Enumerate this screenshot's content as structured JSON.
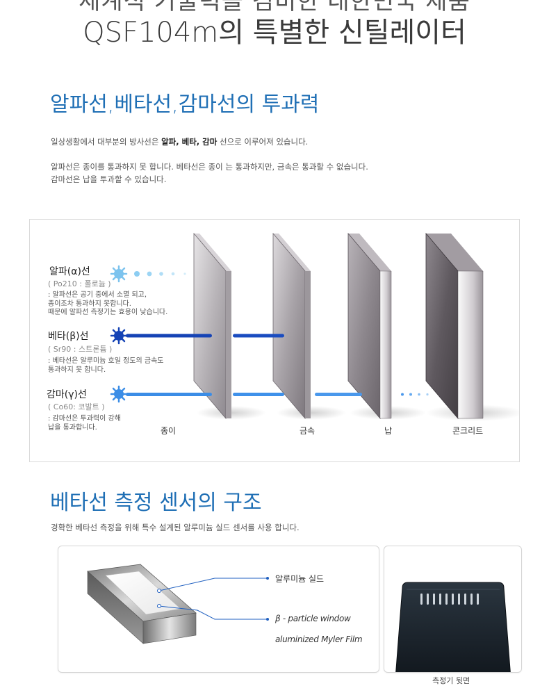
{
  "header": {
    "line1": "세계적 기술력을 겸비한 대한민국 제품",
    "line2": "QSF104m의 특별한 신틸레이터"
  },
  "penetration": {
    "title": "알파선,베타선,감마선의 투과력",
    "intro_pre": "일상생활에서 대부분의 방사선은 ",
    "intro_bold": "알파, 베타, 감마",
    "intro_post": " 선으로 이루어져 있습니다.",
    "line2": "알파선은 종이를 통과하지 못 합니다. 베타선은 종이 는 통과하지만, 금속은 통과할 수 없습니다.",
    "line3": "감마선은 납을 투과할 수 있습니다."
  },
  "rays": [
    {
      "name": "알파(α)선",
      "source": "( Po210 : 폴로늄 )",
      "desc": [
        ": 알파선은 공기 중에서 소멸 되고,",
        "종이조차 통과하지 못합니다.",
        "때문에 알파선 측정기는 효용이 낮습니다."
      ]
    },
    {
      "name": "베타(β)선",
      "source": "( Sr90 : 스트론튬 )",
      "desc": [
        ": 베타선은 알루미늄 호일 정도의 금속도",
        "통과하지 못 합니다."
      ]
    },
    {
      "name": "감마(γ)선",
      "source": "( Co60: 코발트 )",
      "desc": [
        ": 감마선은 투과력이 강해",
        "납을 통과합니다."
      ]
    }
  ],
  "materials": [
    "종이",
    "금속",
    "납",
    "콘크리트"
  ],
  "sensor": {
    "title": "베타선 측정 센서의 구조",
    "desc": "경확한 베타선 측정을 위해 특수 설계된 알루미늄 실드 센서를 사용 합니다.",
    "label_shield": "알루미늄 실드",
    "label_window": "β - particle window",
    "label_film": "aluminized Myler Film",
    "back_caption": "측정기 뒷면"
  },
  "colors": {
    "title_blue": "#1f6fb5",
    "alpha": "#7cc3ee",
    "beta": "#1543b5",
    "gamma": "#3b8de6"
  }
}
